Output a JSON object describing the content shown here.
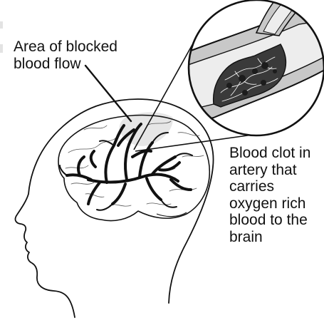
{
  "labels": {
    "blocked_area": [
      "Area of blocked",
      "blood flow"
    ],
    "clot": [
      "Blood clot in",
      "artery that",
      "carries",
      "oxygen rich",
      "blood to the",
      "brain"
    ]
  },
  "colors": {
    "ink": "#111111",
    "background": "#ffffff",
    "highlight": "#e6e6e6",
    "vessel_wall": "#c8c8c8",
    "clot": "#3a3a3a"
  },
  "icons": [
    "head-profile-outline",
    "brain-outline",
    "artery-branches",
    "magnifier-circle",
    "blood-clot"
  ]
}
